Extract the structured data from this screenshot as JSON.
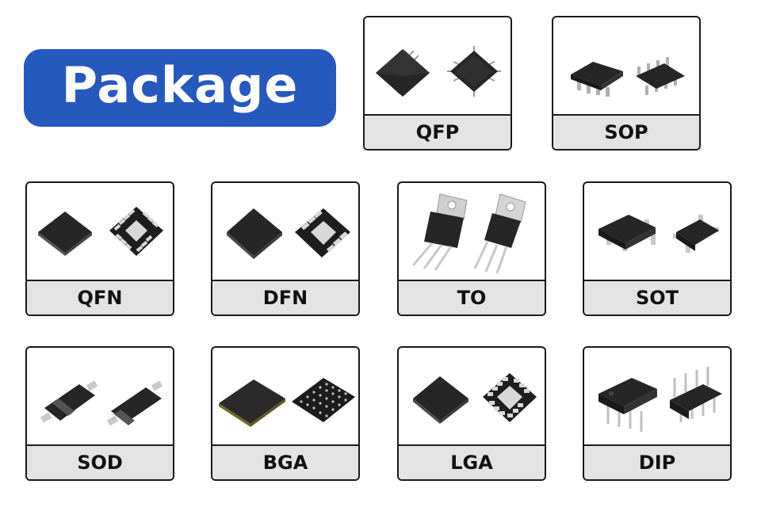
{
  "banner": {
    "title": "Package",
    "color": "#2659bd"
  },
  "packages": {
    "qfp": {
      "label": "QFP",
      "icon": "qfp-chip-icon"
    },
    "sop": {
      "label": "SOP",
      "icon": "sop-chip-icon"
    },
    "qfn": {
      "label": "QFN",
      "icon": "qfn-chip-icon"
    },
    "dfn": {
      "label": "DFN",
      "icon": "dfn-chip-icon"
    },
    "to": {
      "label": "TO",
      "icon": "to-transistor-icon"
    },
    "sot": {
      "label": "SOT",
      "icon": "sot-chip-icon"
    },
    "sod": {
      "label": "SOD",
      "icon": "sod-diode-icon"
    },
    "bga": {
      "label": "BGA",
      "icon": "bga-chip-icon"
    },
    "lga": {
      "label": "LGA",
      "icon": "lga-chip-icon"
    },
    "dip": {
      "label": "DIP",
      "icon": "dip-chip-icon"
    }
  },
  "colors": {
    "chip": "#262626",
    "label_bg": "#e3e3e3",
    "border": "#1a1a1a"
  }
}
